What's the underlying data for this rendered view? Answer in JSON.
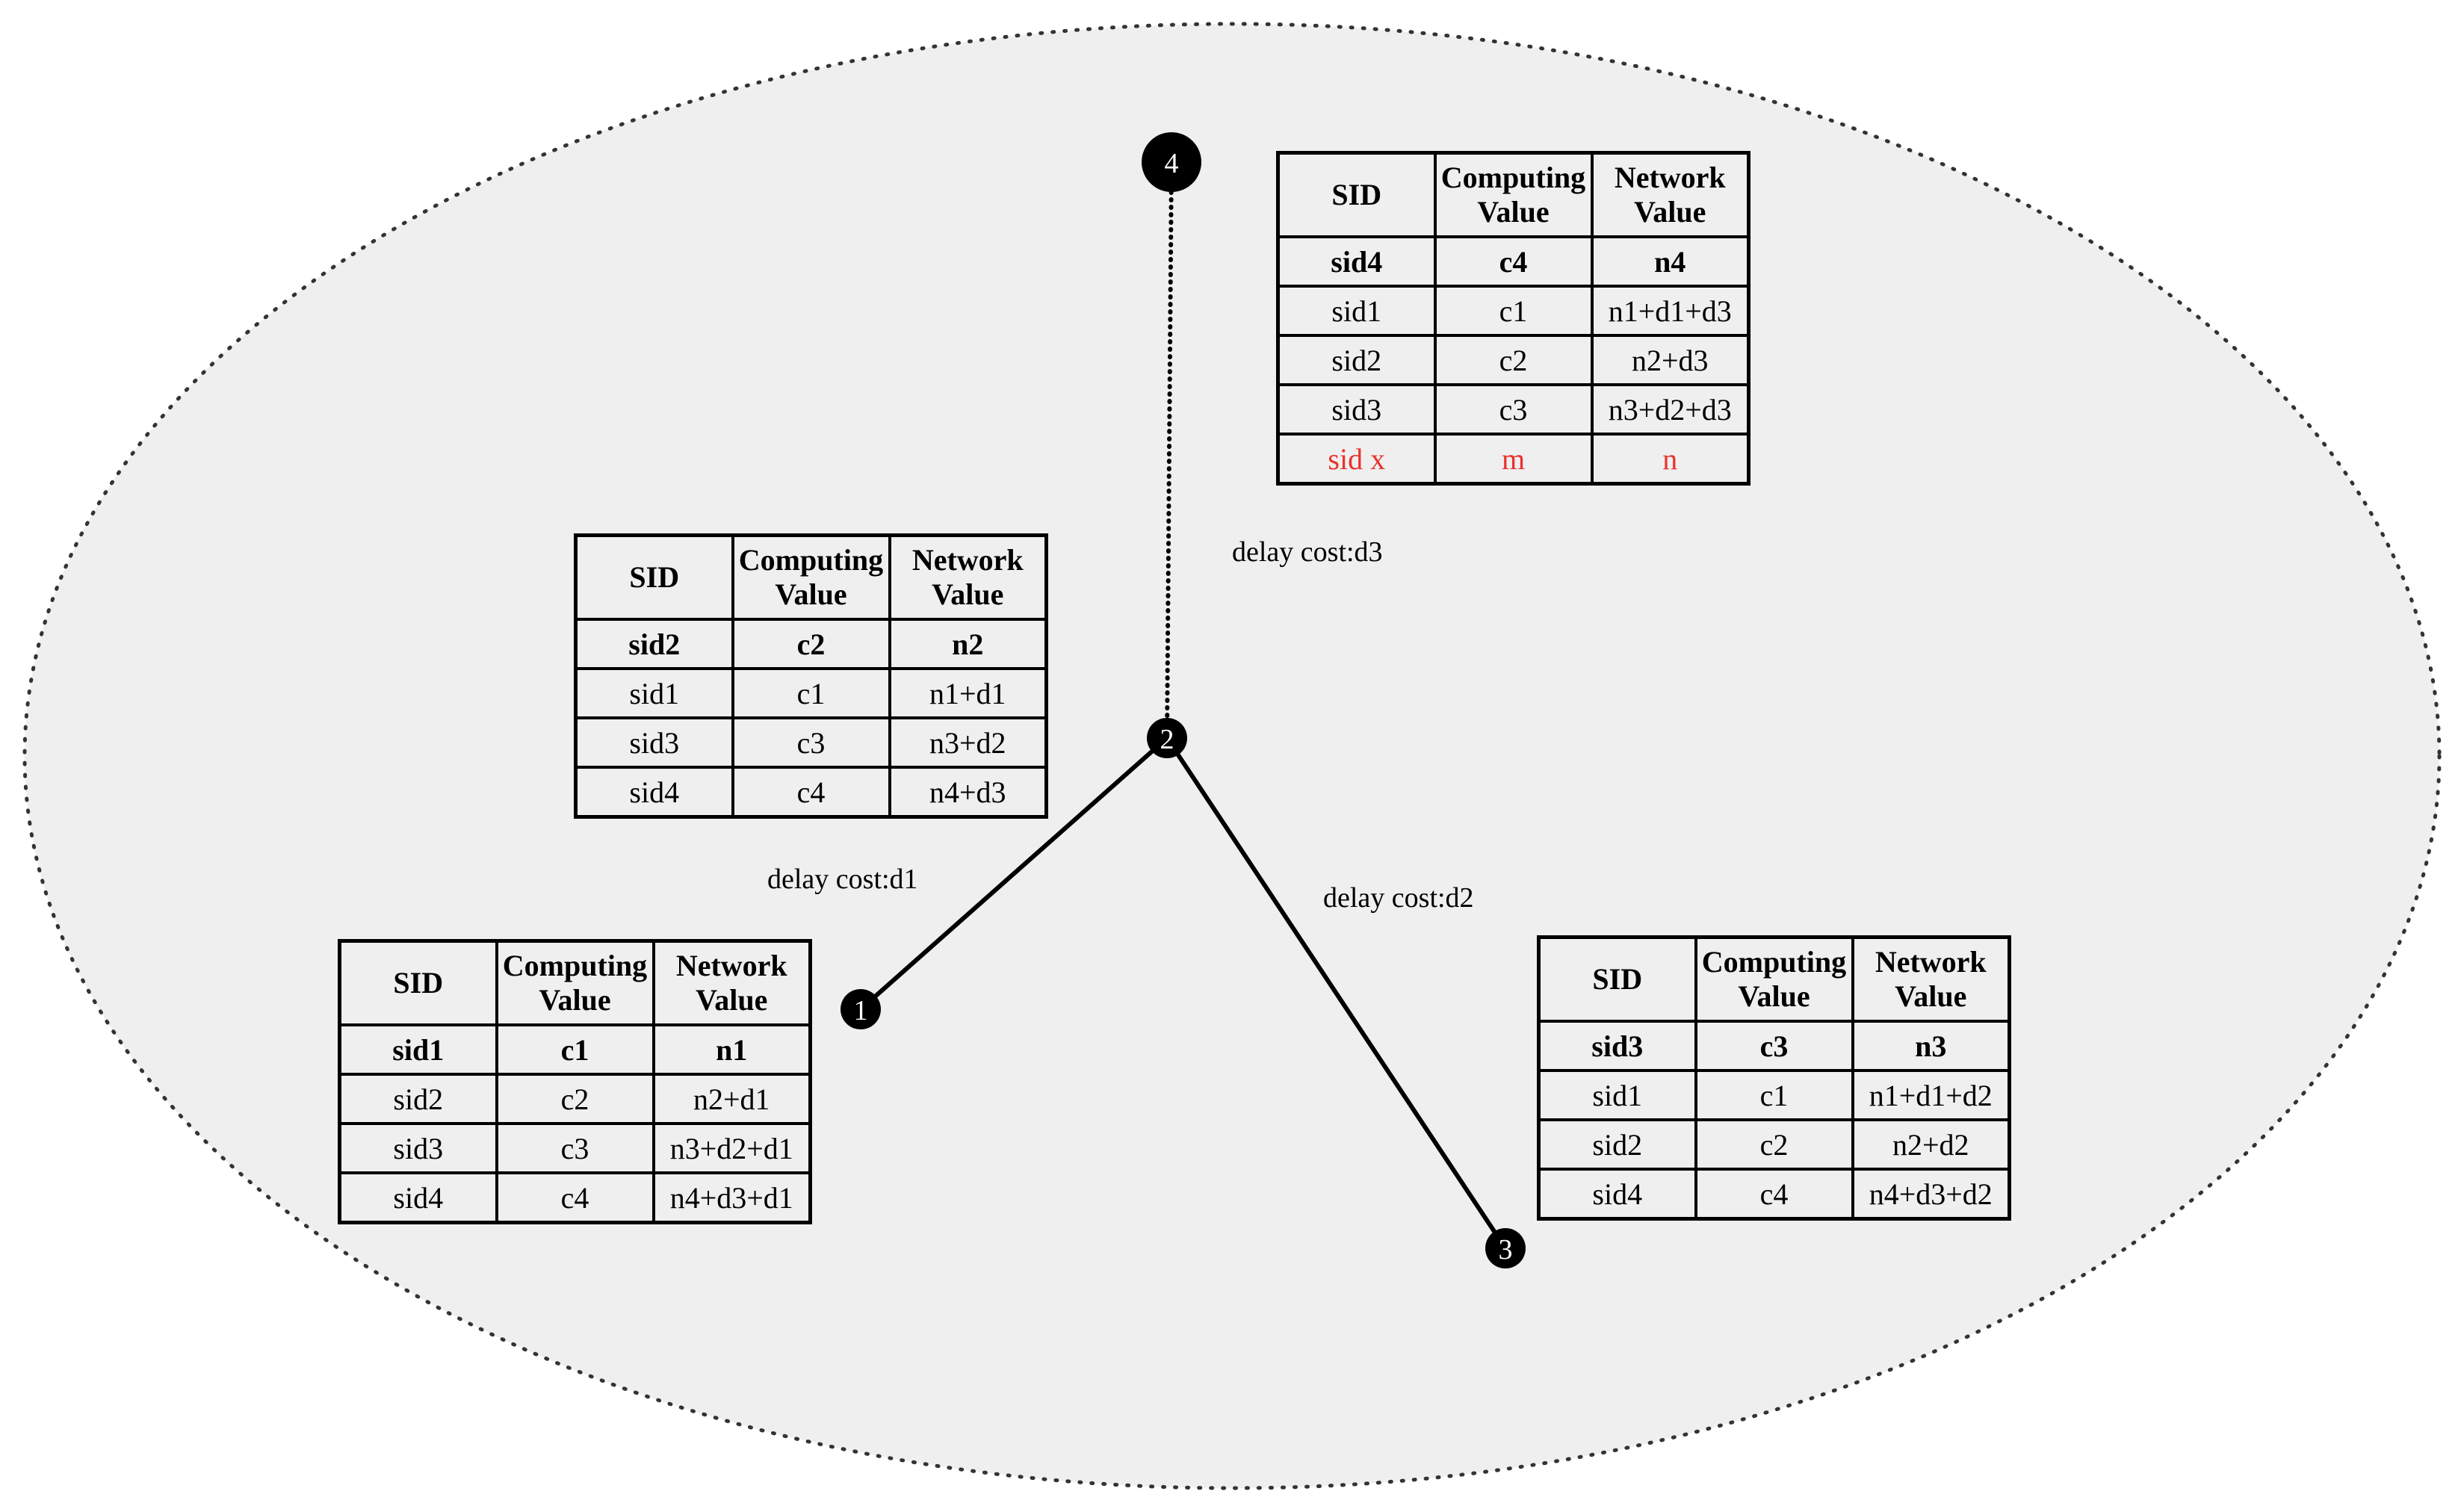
{
  "diagram": {
    "background_color": "#efefef",
    "node_color": "#000000",
    "highlight_color": "#e8332d",
    "nodes": [
      {
        "id": "1",
        "label": "1"
      },
      {
        "id": "2",
        "label": "2"
      },
      {
        "id": "3",
        "label": "3"
      },
      {
        "id": "4",
        "label": "4"
      }
    ],
    "links": [
      {
        "from": "2",
        "to": "1",
        "style": "solid",
        "label": "delay cost:d1"
      },
      {
        "from": "2",
        "to": "3",
        "style": "solid",
        "label": "delay cost:d2"
      },
      {
        "from": "2",
        "to": "4",
        "style": "dotted",
        "label": "delay cost:d3"
      }
    ],
    "tables": [
      {
        "node": "1",
        "headers": [
          "SID",
          "Computing Value",
          "Network Value"
        ],
        "rows": [
          {
            "cells": [
              "sid1",
              "c1",
              "n1"
            ],
            "style": "self"
          },
          {
            "cells": [
              "sid2",
              "c2",
              "n2+d1"
            ],
            "style": "normal"
          },
          {
            "cells": [
              "sid3",
              "c3",
              "n3+d2+d1"
            ],
            "style": "normal"
          },
          {
            "cells": [
              "sid4",
              "c4",
              "n4+d3+d1"
            ],
            "style": "normal"
          }
        ]
      },
      {
        "node": "2",
        "headers": [
          "SID",
          "Computing Value",
          "Network Value"
        ],
        "rows": [
          {
            "cells": [
              "sid2",
              "c2",
              "n2"
            ],
            "style": "self"
          },
          {
            "cells": [
              "sid1",
              "c1",
              "n1+d1"
            ],
            "style": "normal"
          },
          {
            "cells": [
              "sid3",
              "c3",
              "n3+d2"
            ],
            "style": "normal"
          },
          {
            "cells": [
              "sid4",
              "c4",
              "n4+d3"
            ],
            "style": "normal"
          }
        ]
      },
      {
        "node": "3",
        "headers": [
          "SID",
          "Computing Value",
          "Network Value"
        ],
        "rows": [
          {
            "cells": [
              "sid3",
              "c3",
              "n3"
            ],
            "style": "self"
          },
          {
            "cells": [
              "sid1",
              "c1",
              "n1+d1+d2"
            ],
            "style": "normal"
          },
          {
            "cells": [
              "sid2",
              "c2",
              "n2+d2"
            ],
            "style": "normal"
          },
          {
            "cells": [
              "sid4",
              "c4",
              "n4+d3+d2"
            ],
            "style": "normal"
          }
        ]
      },
      {
        "node": "4",
        "headers": [
          "SID",
          "Computing Value",
          "Network Value"
        ],
        "rows": [
          {
            "cells": [
              "sid4",
              "c4",
              "n4"
            ],
            "style": "self"
          },
          {
            "cells": [
              "sid1",
              "c1",
              "n1+d1+d3"
            ],
            "style": "normal"
          },
          {
            "cells": [
              "sid2",
              "c2",
              "n2+d3"
            ],
            "style": "normal"
          },
          {
            "cells": [
              "sid3",
              "c3",
              "n3+d2+d3"
            ],
            "style": "normal"
          },
          {
            "cells": [
              "sid x",
              "m",
              "n"
            ],
            "style": "highlight"
          }
        ]
      }
    ]
  }
}
